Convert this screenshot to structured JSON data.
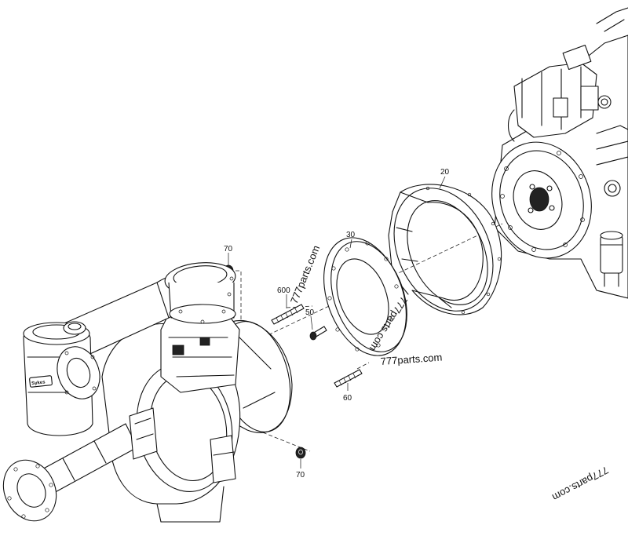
{
  "callouts": {
    "c20": "20",
    "c30": "30",
    "c50": "50",
    "c60": "60",
    "c70_top": "70",
    "c70_bottom": "70",
    "c600": "600"
  },
  "watermarks": {
    "w1": "777parts.com",
    "w2": "777parts.com",
    "w3": "777parts.com",
    "w4": "777parts.com"
  },
  "pump_nameplate": "Sykes"
}
